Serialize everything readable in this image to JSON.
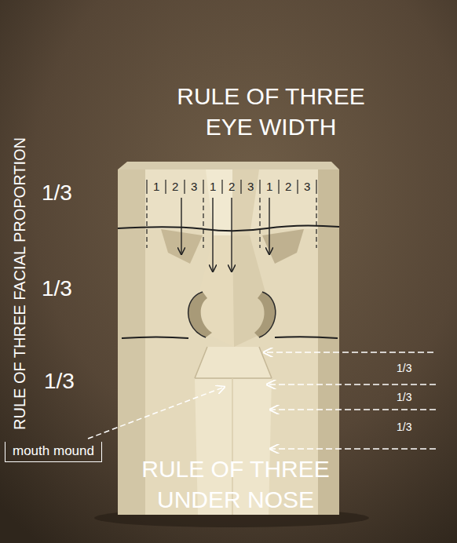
{
  "diagram": {
    "title": "RULE OF THREE EYE WIDTH",
    "caption": "RULE OF THREE UNDER NOSE",
    "nodes": [
      {
        "text": [
          "mouth mound"
        ]
      }
    ],
    "labels": [
      "RULE OF THREE FACIAL PROPORTION",
      "1/3",
      "1/3",
      "1/3",
      "1",
      "2",
      "3",
      "1",
      "2",
      "3",
      "1",
      "2",
      "3",
      "1/3",
      "1/3",
      "1/3"
    ]
  }
}
